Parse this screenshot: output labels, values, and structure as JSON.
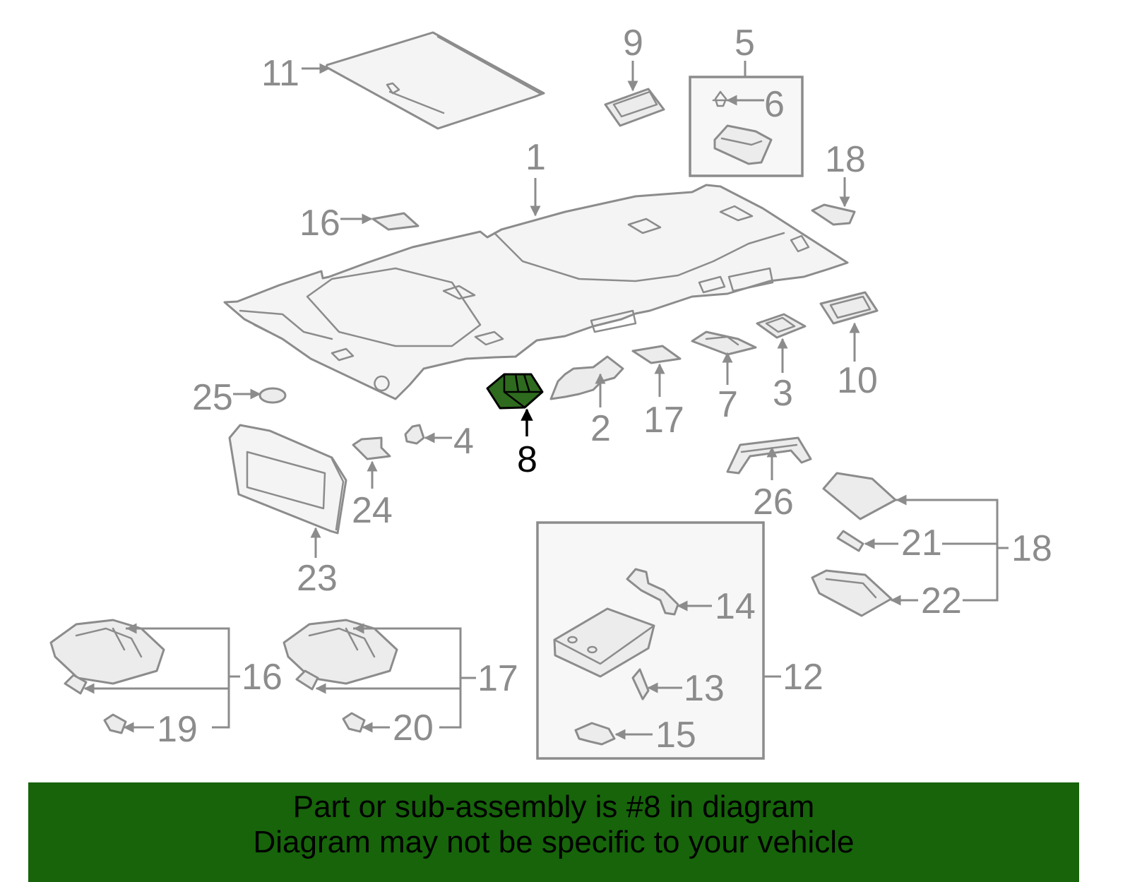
{
  "diagram": {
    "callouts": [
      "1",
      "2",
      "3",
      "4",
      "5",
      "6",
      "7",
      "8",
      "9",
      "10",
      "11",
      "12",
      "13",
      "14",
      "15",
      "16",
      "17",
      "18",
      "19",
      "20",
      "21",
      "22",
      "23",
      "24",
      "25",
      "26"
    ],
    "highlighted_part": "8",
    "highlight_color": "#2f6b1f",
    "banner_color": "#17640b",
    "label_color": "#8c8c8c"
  },
  "banner": {
    "line1": "Part or sub-assembly is #8 in diagram",
    "line2": "Diagram may not be specific to your vehicle"
  }
}
